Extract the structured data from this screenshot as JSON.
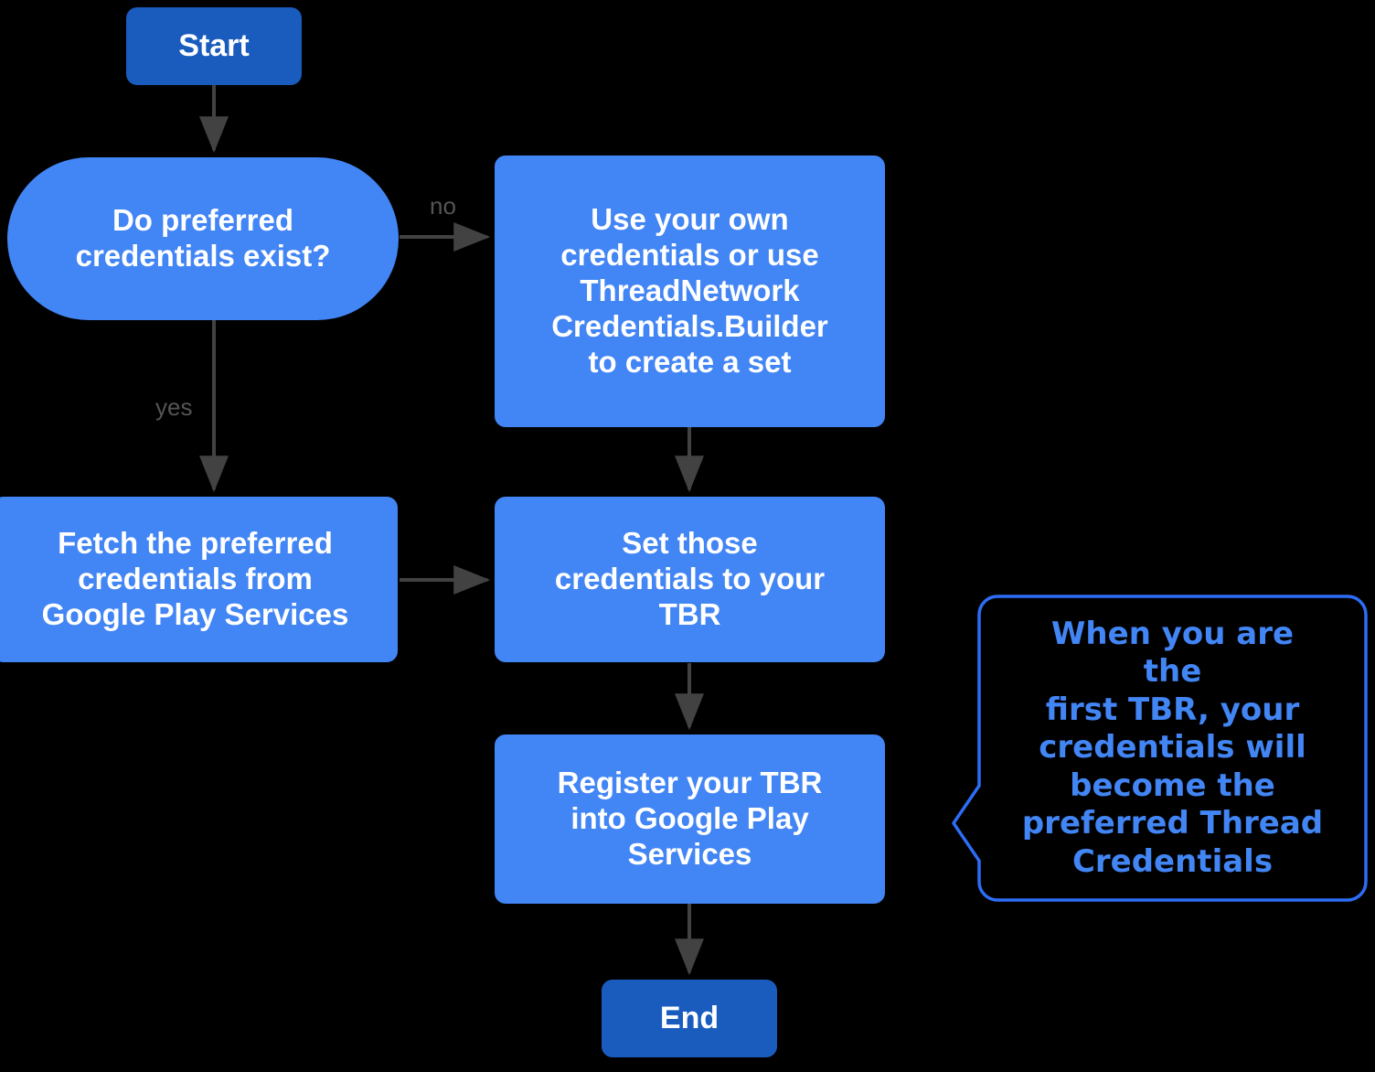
{
  "diagram": {
    "title": "Thread credentials flow",
    "background_color": "#000000",
    "terminal_color": "#1a5cbe",
    "process_color": "#4285f4",
    "arrow_color": "#424242",
    "edge_label_color": "#545454",
    "callout_border_color": "#2d6df6",
    "callout_text_color": "#4285f4"
  },
  "nodes": {
    "start": {
      "label": "Start",
      "type": "terminal"
    },
    "decision": {
      "line1": "Do preferred",
      "line2": "credentials exist?",
      "type": "decision"
    },
    "use_own": {
      "line1": "Use your own",
      "line2": "credentials or use",
      "line3": "ThreadNetwork",
      "line4": "Credentials.Builder",
      "line5": "to create a set",
      "type": "process"
    },
    "fetch": {
      "line1": "Fetch the preferred",
      "line2": "credentials from",
      "line3": "Google Play Services",
      "type": "process"
    },
    "set_creds": {
      "line1": "Set those",
      "line2": "credentials to your",
      "line3": "TBR",
      "type": "process"
    },
    "register": {
      "line1": "Register your TBR",
      "line2": "into Google Play",
      "line3": "Services",
      "type": "process"
    },
    "end": {
      "label": "End",
      "type": "terminal"
    }
  },
  "edge_labels": {
    "no": "no",
    "yes": "yes"
  },
  "callout": {
    "line1": "When you are the",
    "line2": "first TBR, your",
    "line3": "credentials will",
    "line4": "become the",
    "line5": "preferred Thread",
    "line6": "Credentials"
  }
}
